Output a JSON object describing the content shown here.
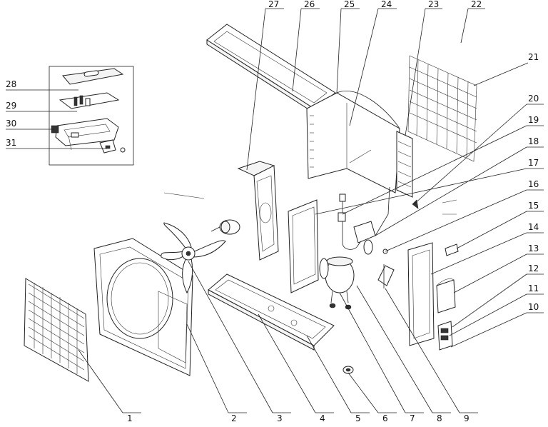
{
  "labels": {
    "l1": "1",
    "l2": "2",
    "l3": "3",
    "l4": "4",
    "l5": "5",
    "l6": "6",
    "l7": "7",
    "l8": "8",
    "l9": "9",
    "l10": "10",
    "l11": "11",
    "l12": "12",
    "l13": "13",
    "l14": "14",
    "l15": "15",
    "l16": "16",
    "l17": "17",
    "l18": "18",
    "l19": "19",
    "l20": "20",
    "l21": "21",
    "l22": "22",
    "l23": "23",
    "l24": "24",
    "l25": "25",
    "l26": "26",
    "l27": "27",
    "l28": "28",
    "l29": "29",
    "l30": "30",
    "l31": "31"
  }
}
